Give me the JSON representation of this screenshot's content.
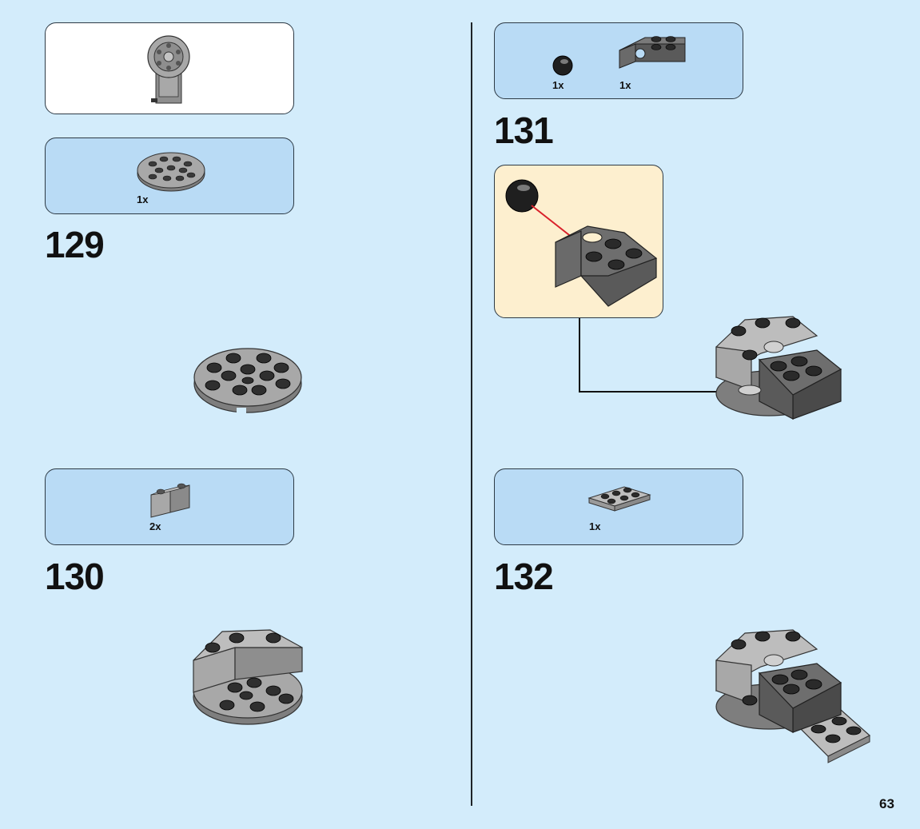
{
  "page": {
    "number": "63"
  },
  "colors": {
    "background": "#d3ecfb",
    "parts_box": "#b9dbf5",
    "sub_assembly_box": "#fdefcf",
    "brick_light_gray": "#a8a8a8",
    "brick_dark_gray": "#5a5a5a",
    "arrow_red": "#d9202a"
  },
  "left_column": {
    "reference_panel": {
      "icon": "gear-assembly-icon"
    },
    "step_129": {
      "number": "129",
      "parts": [
        {
          "icon": "round-plate-icon",
          "qty": "1x"
        }
      ],
      "build_icon": "round-plate-build-icon"
    },
    "step_130": {
      "number": "130",
      "parts": [
        {
          "icon": "corner-brick-icon",
          "qty": "2x"
        }
      ],
      "build_icon": "round-plate-with-corners-icon"
    }
  },
  "right_column": {
    "step_131": {
      "number": "131",
      "parts": [
        {
          "icon": "ball-joint-icon",
          "qty": "1x"
        },
        {
          "icon": "ball-socket-brick-icon",
          "qty": "1x"
        }
      ],
      "sub_assembly_icon": "ball-into-socket-icon",
      "build_icon": "base-with-socket-brick-icon"
    },
    "step_132": {
      "number": "132",
      "parts": [
        {
          "icon": "plate-2x3-icon",
          "qty": "1x"
        }
      ],
      "build_icon": "base-with-extension-plate-icon"
    }
  }
}
